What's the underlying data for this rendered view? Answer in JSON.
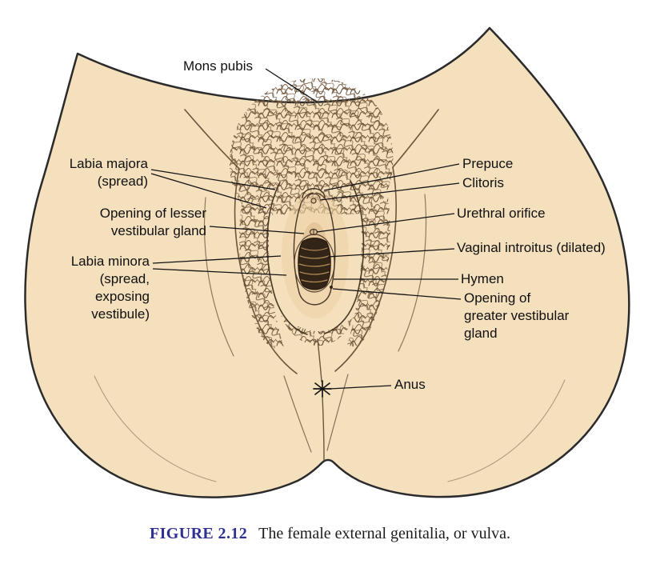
{
  "figure": {
    "labels": {
      "mons_pubis": "Mons pubis",
      "labia_majora": "Labia majora\n(spread)",
      "lesser_vestibular_gland": "Opening of lesser\nvestibular gland",
      "labia_minora": "Labia minora\n(spread,\nexposing\nvestibule)",
      "prepuce": "Prepuce",
      "clitoris": "Clitoris",
      "urethral_orifice": "Urethral orifice",
      "vaginal_introitus": "Vaginal introitus (dilated)",
      "hymen": "Hymen",
      "greater_vestibular_gland": "Opening of\ngreater vestibular\ngland",
      "anus": "Anus"
    },
    "caption": {
      "figure_label": "FIGURE 2.12",
      "text": "The female external genitalia, or vulva."
    },
    "colors": {
      "skin": "#f4e0bd",
      "outline": "#2b2b2b",
      "hair": "#6b5237",
      "figure_label_blue": "#2f3192"
    }
  }
}
